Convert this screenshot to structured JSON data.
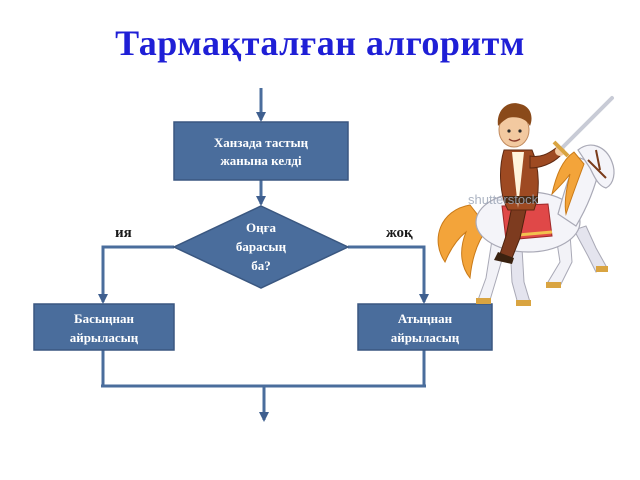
{
  "title": "Тармақталған алгоритм",
  "flowchart": {
    "start_box": {
      "line1": "Ханзада тастың",
      "line2": "жанына келді"
    },
    "decision": {
      "line1": "Оңға",
      "line2": "барасың",
      "line3": "ба?"
    },
    "yes_label": "ия",
    "no_label": "жоқ",
    "left_box": {
      "line1": "Басыңнан",
      "line2": "айрыласың"
    },
    "right_box": {
      "line1": "Атыңнан",
      "line2": "айрыласың"
    }
  },
  "illustration": {
    "subject": "prince-on-horse",
    "watermark": "shutterstock"
  },
  "colors": {
    "title": "#1f1fd6",
    "node_fill": "#4a6d9c",
    "node_stroke": "#3a5780",
    "line": "#4a6d9c"
  }
}
